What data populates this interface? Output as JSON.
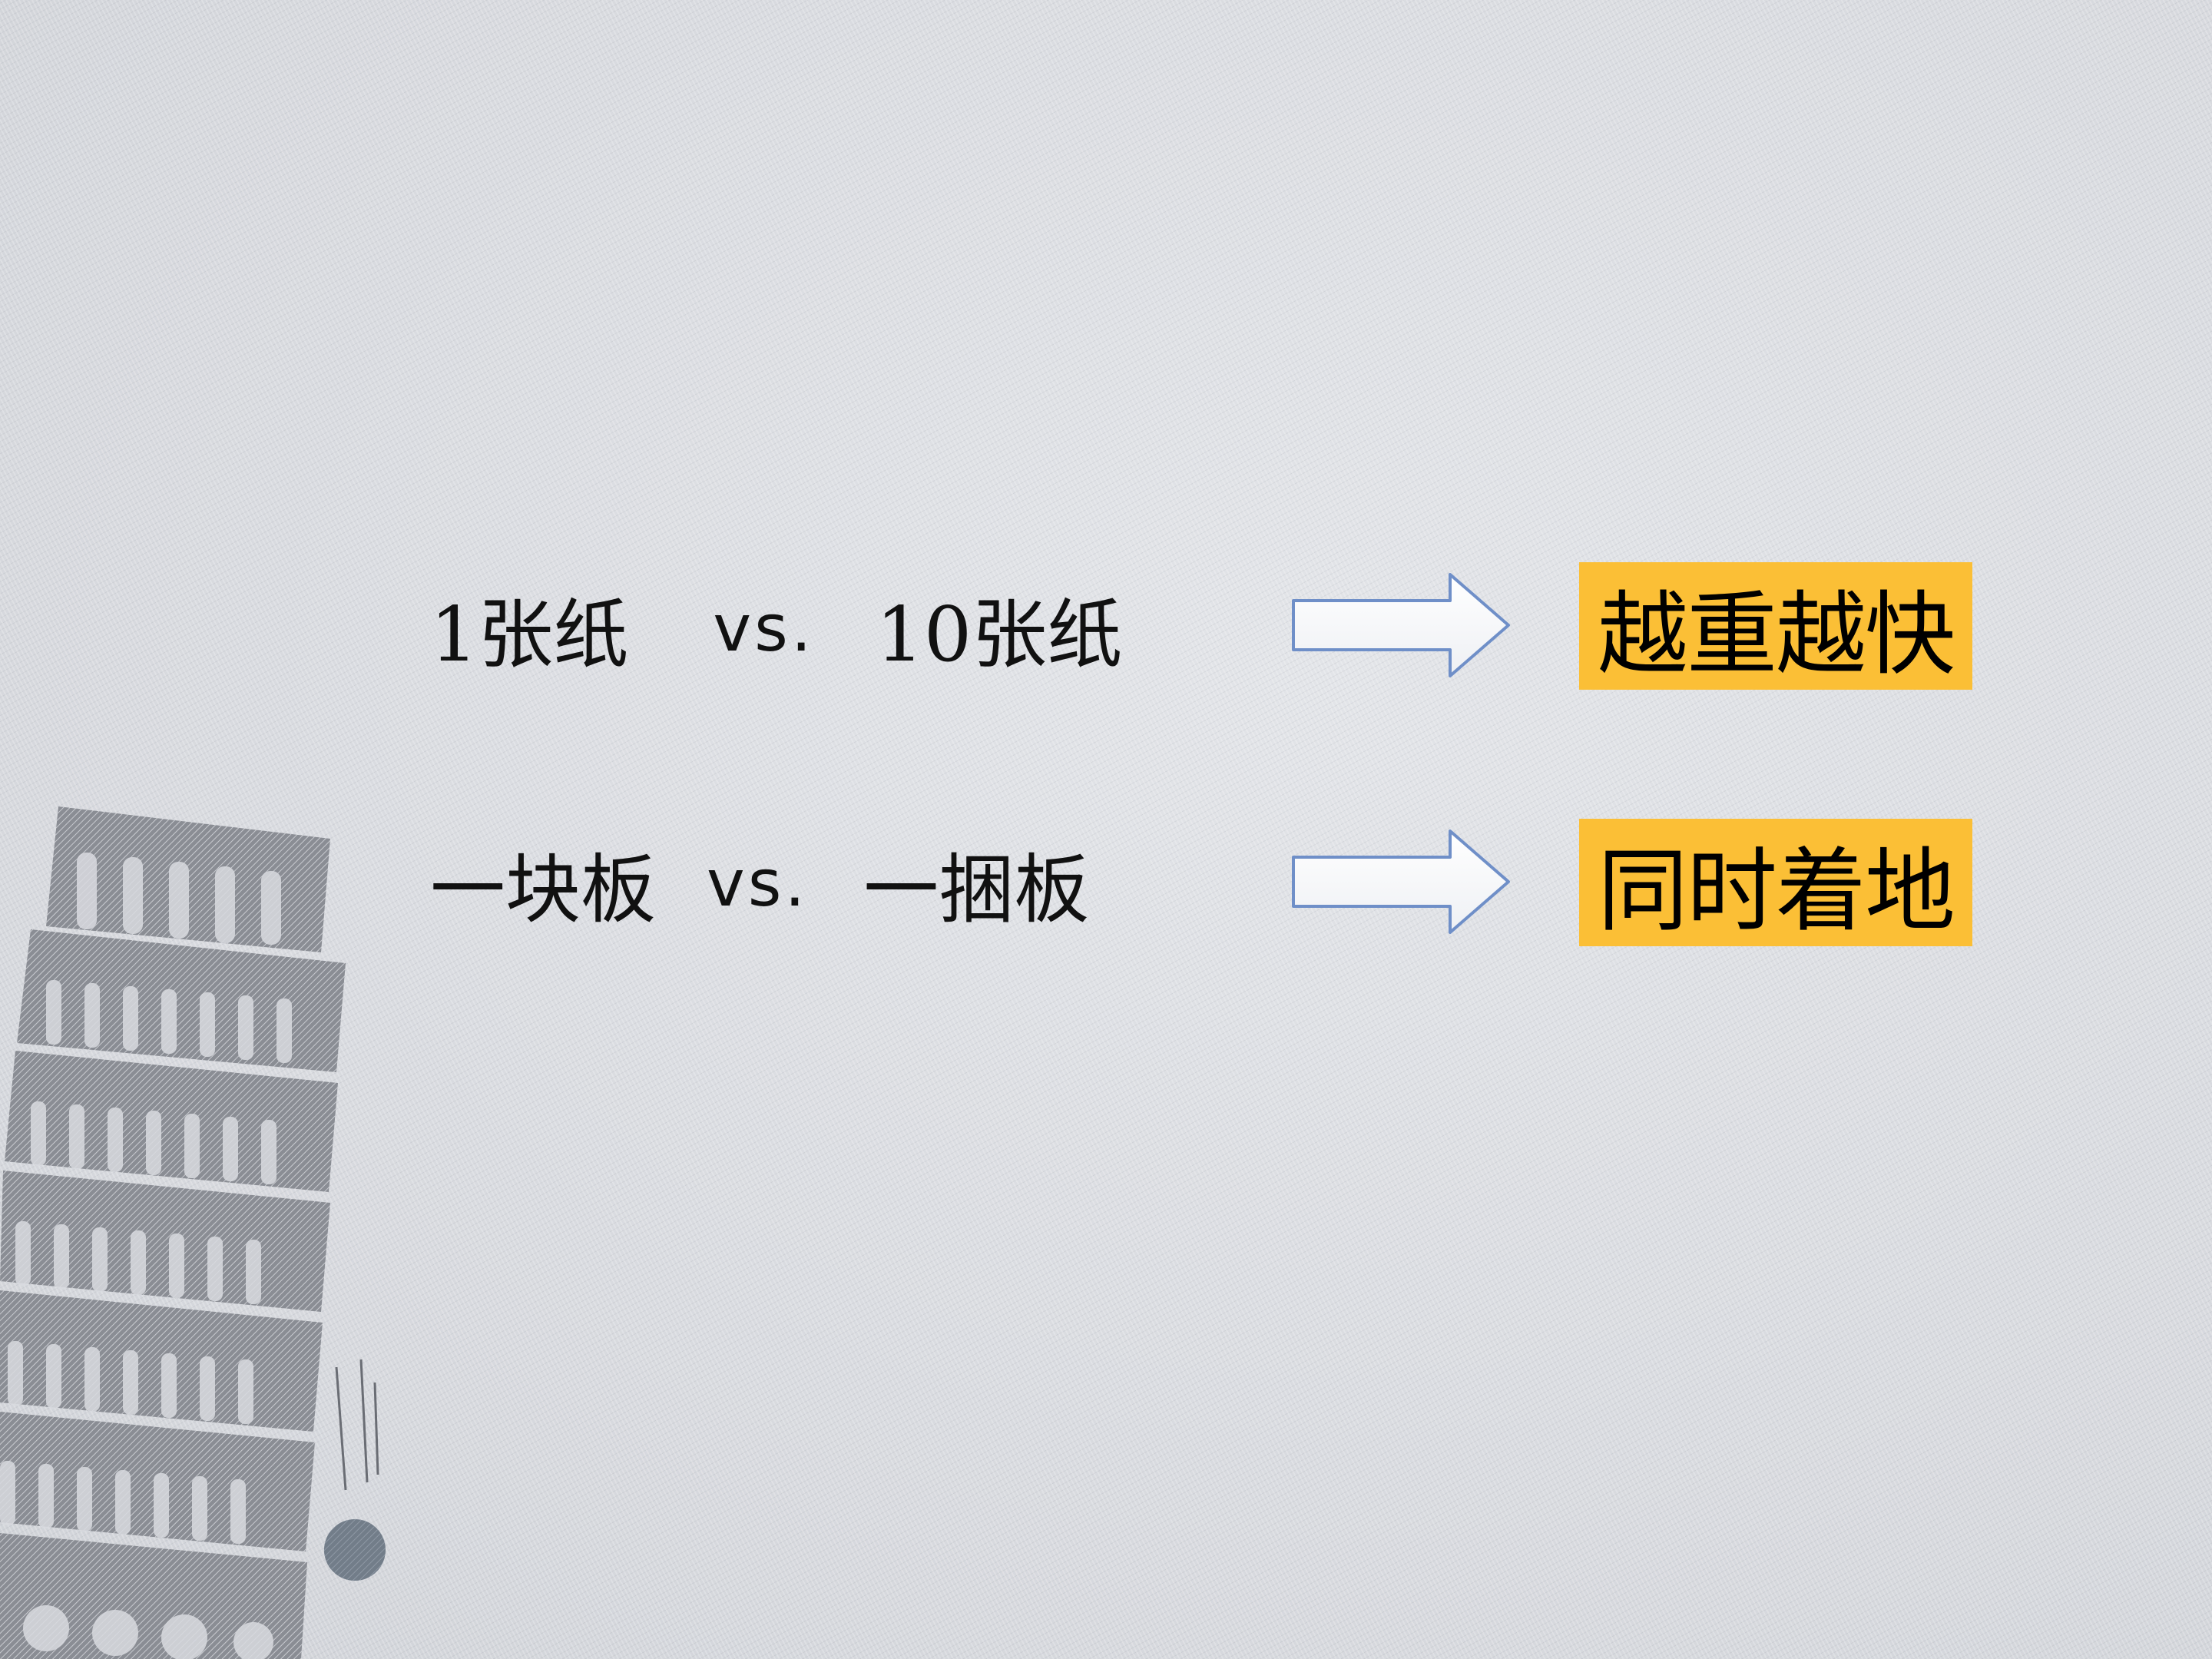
{
  "rows": [
    {
      "left": "1张纸",
      "vs": "vs.",
      "right": "10张纸",
      "result": "越重越快"
    },
    {
      "left": "一块板",
      "vs": "vs.",
      "right": "一捆板",
      "result": "同时着地"
    }
  ],
  "colors": {
    "result_bg": "#fbbf36",
    "arrow_stroke": "#6f8fc8",
    "tower": "#7b7e86"
  },
  "icons": [
    "arrow-right-icon",
    "leaning-tower-illustration",
    "falling-ball-icon"
  ]
}
